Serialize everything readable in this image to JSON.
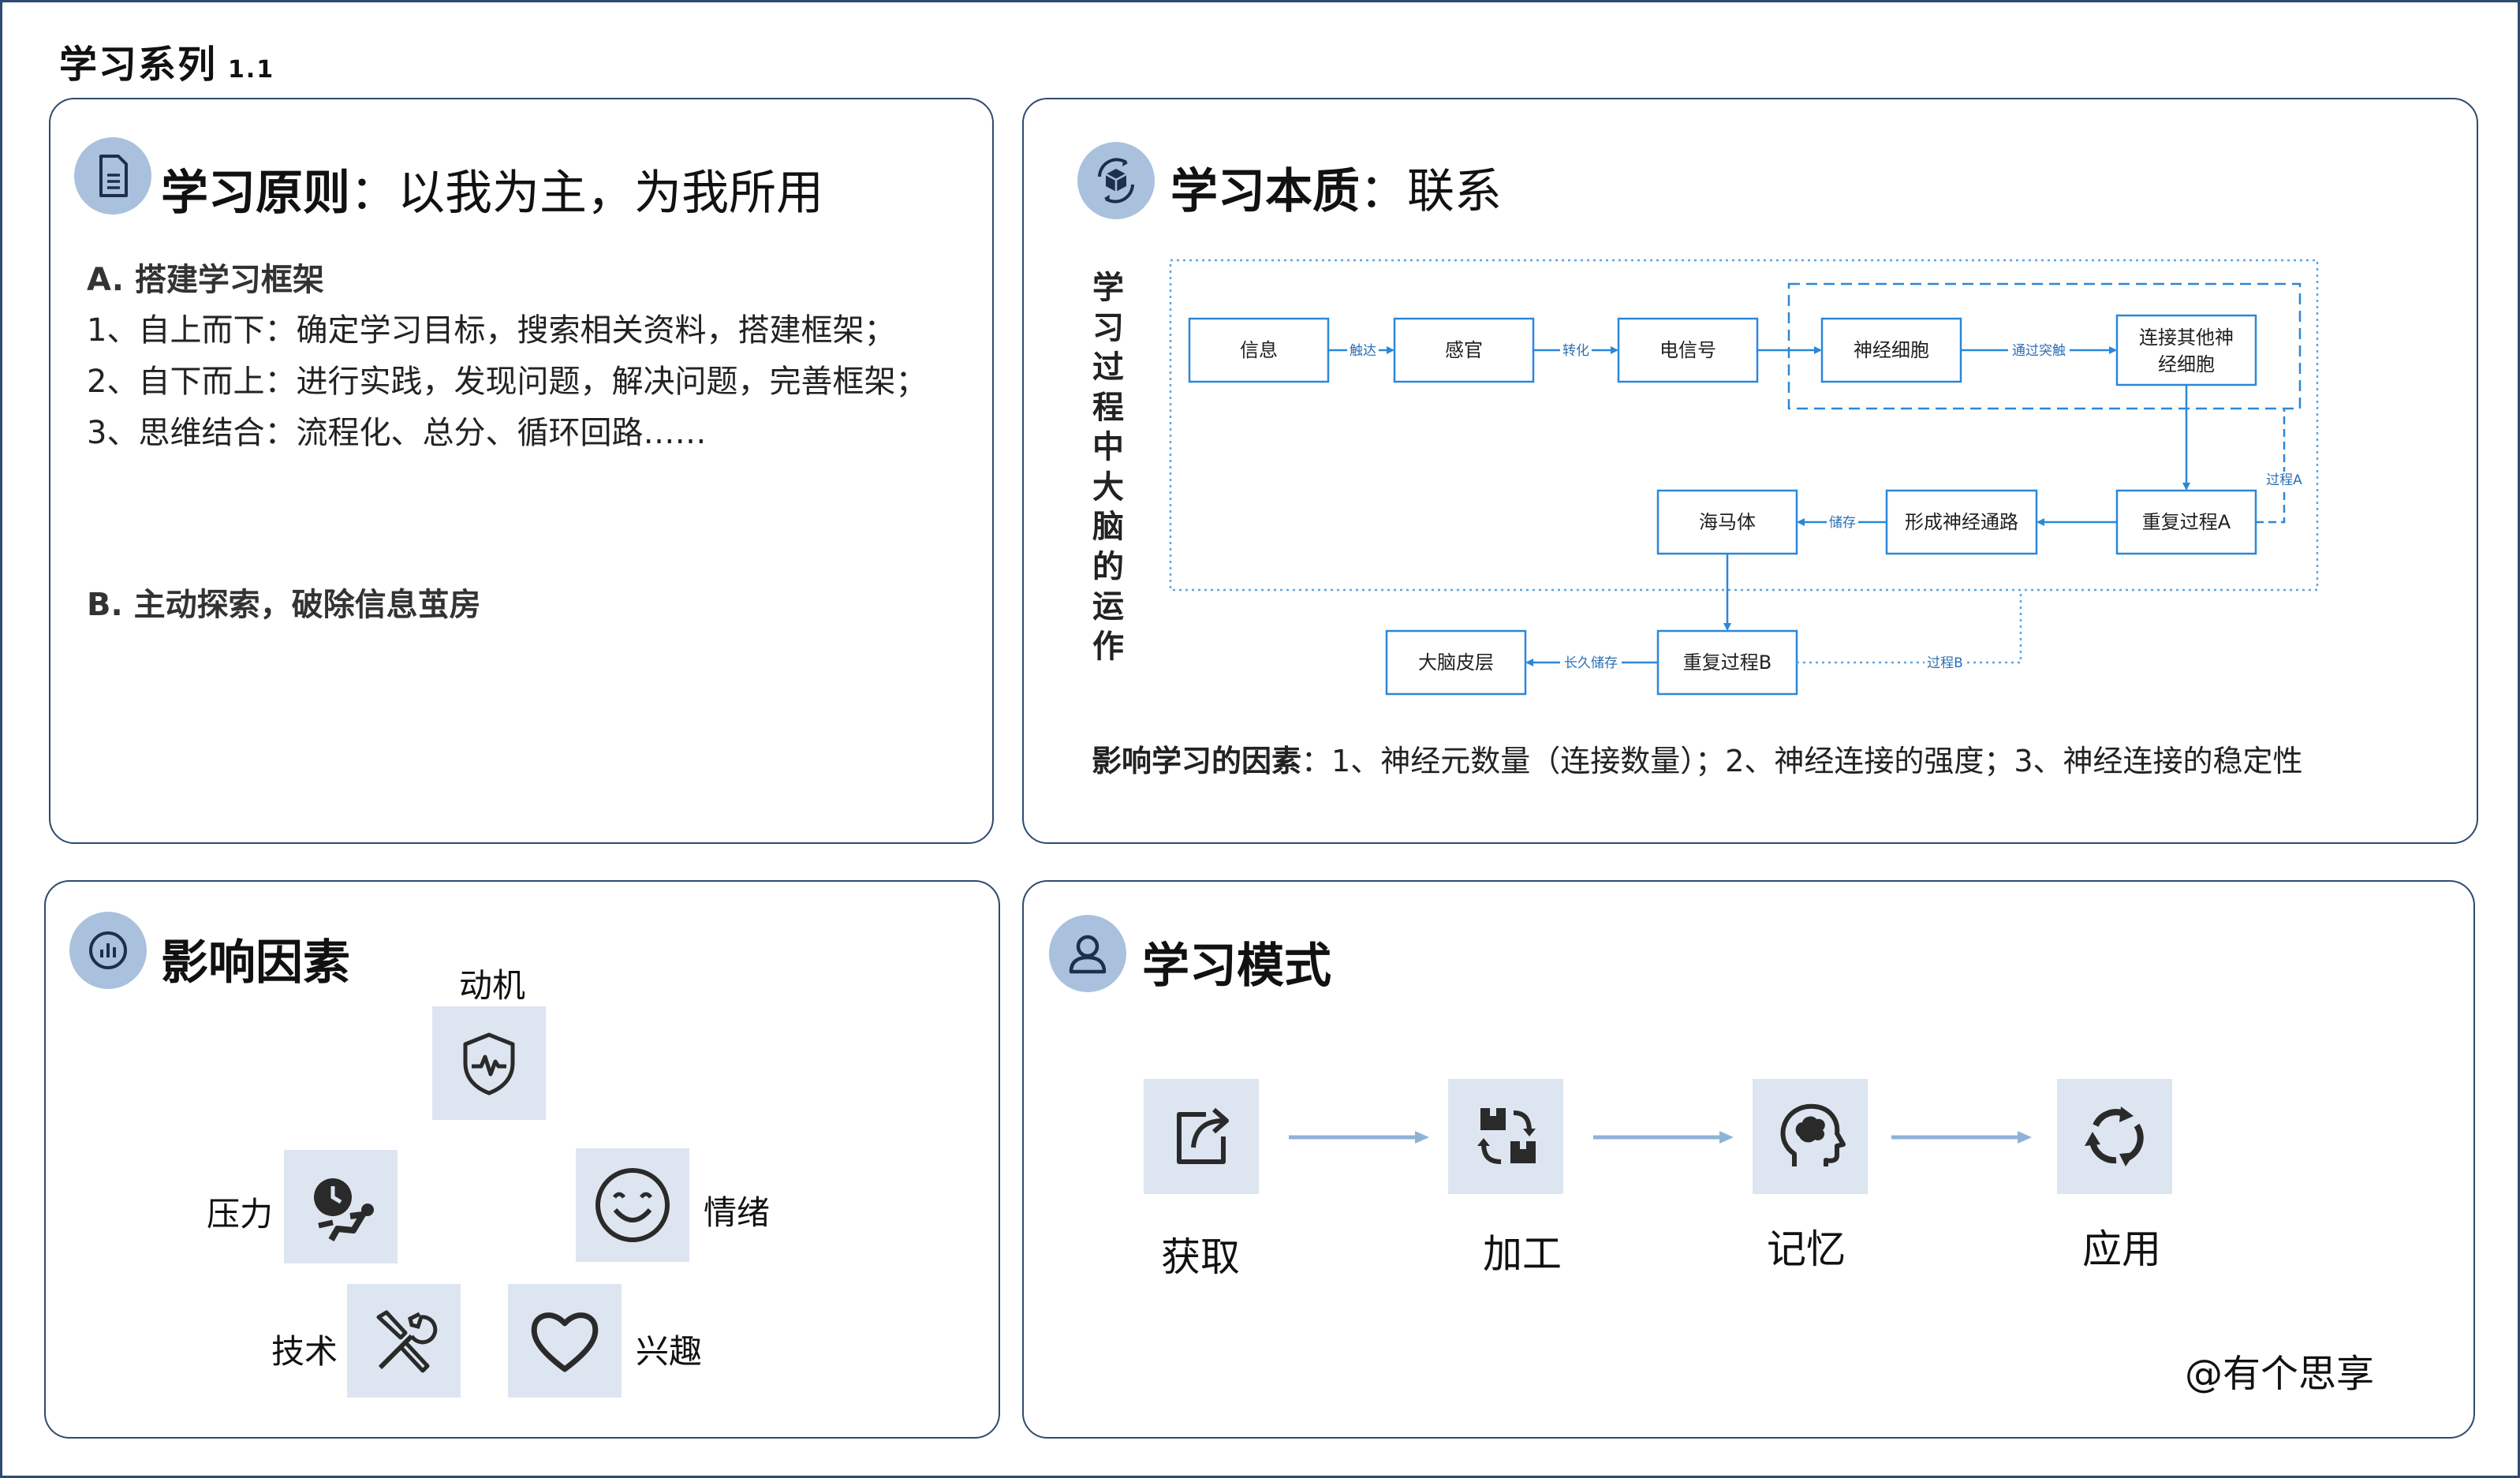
{
  "page": {
    "title": "学习系列",
    "version": "1.1"
  },
  "principles": {
    "title_bold": "学习原则",
    "title_rest": "：以我为主，为我所用",
    "section_a": "A. 搭建学习框架",
    "lines": [
      "1、自上而下：确定学习目标，搜索相关资料，搭建框架；",
      "2、自下而上：进行实践，发现问题，解决问题，完善框架；",
      "3、思维结合：流程化、总分、循环回路……"
    ],
    "section_b": "B. 主动探索，破除信息茧房"
  },
  "nature": {
    "title_bold": "学习本质",
    "title_rest": "：联系",
    "vertical_label": "学习过程中大脑的运作",
    "nodes": {
      "info": "信息",
      "sense": "感官",
      "signal": "电信号",
      "neuron": "神经细胞",
      "connect_line1": "连接其他神",
      "connect_line2": "经细胞",
      "repeat_a": "重复过程A",
      "pathway": "形成神经通路",
      "hippocampus": "海马体",
      "repeat_b": "重复过程B",
      "cortex": "大脑皮层"
    },
    "edges": {
      "reach": "触达",
      "convert": "转化",
      "synapse": "通过突触",
      "process_a": "过程A",
      "store": "储存",
      "long_store": "长久储存",
      "process_b": "过程B"
    },
    "influence_bold": "影响学习的因素",
    "influence_rest": "：1、神经元数量（连接数量）；2、神经连接的强度；3、神经连接的稳定性"
  },
  "factors": {
    "title": "影响因素",
    "items": [
      "动机",
      "情绪",
      "压力",
      "技术",
      "兴趣"
    ]
  },
  "modes": {
    "title": "学习模式",
    "steps": [
      "获取",
      "加工",
      "记忆",
      "应用"
    ]
  },
  "signature": "@有个思享",
  "colors": {
    "panel_border": "#2f4b6e",
    "icon_circle": "#a9c1dd",
    "icon_tile": "#dde5f1",
    "flow_blue": "#2b87d8",
    "arrow": "#8fb3d6"
  }
}
